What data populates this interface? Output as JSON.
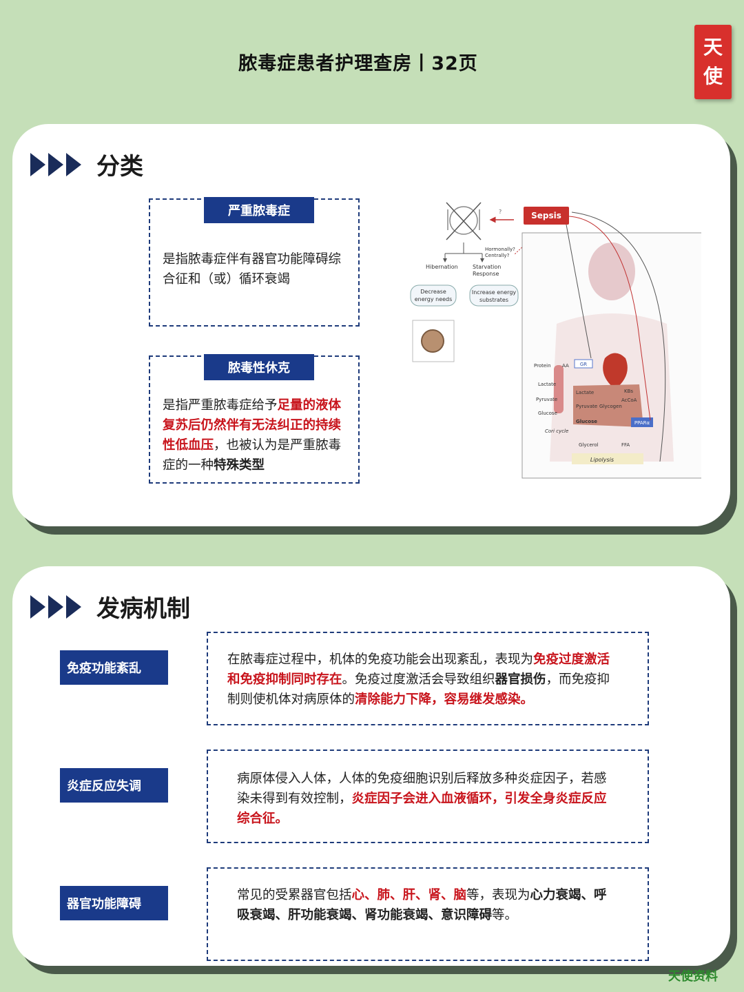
{
  "page_title": "脓毒症患者护理查房丨32页",
  "seal": {
    "char1": "天",
    "char2": "使"
  },
  "classification": {
    "title": "分类",
    "severe": {
      "label": "严重脓毒症",
      "text": "是指脓毒症伴有器官功能障碍综合征和（或）循环衰竭"
    },
    "shock": {
      "label": "脓毒性休克",
      "p1": "是指严重脓毒症给予",
      "p2": "足量的液体复苏后仍然伴有无法纠正的持续性低血压",
      "p3": "，也被认为是严重脓毒症的一种",
      "p4": "特殊类型"
    }
  },
  "diagram": {
    "sepsis": "Sepsis",
    "q1": "?",
    "q2": "?",
    "hormonally": "Hormonally?",
    "centrally": "Centrally?",
    "hibernation": "Hibernation",
    "starvation1": "Starvation",
    "starvation2": "Response",
    "decrease1": "Decrease",
    "decrease2": "energy needs",
    "increase1": "Increase energy",
    "increase2": "substrates",
    "gr": "GR",
    "protein": "Protein",
    "aa": "AA",
    "lactate_l": "Lactate",
    "pyruvate_l": "Pyruvate",
    "glucose_l": "Glucose",
    "cori": "Cori cycle",
    "lactate_c": "Lactate",
    "pyruvate_c": "Pyruvate",
    "glycogen": "Glycogen",
    "glucose_c": "Glucose",
    "kbs": "KBs",
    "acoa": "AcCoA",
    "ppar": "PPARα",
    "glycerol": "Glycerol",
    "ffa": "FFA",
    "lipolysis": "Lipolysis"
  },
  "mechanism": {
    "title": "发病机制",
    "immune": {
      "label": "免疫功能紊乱",
      "t1": "在脓毒症过程中，机体的免疫功能会出现紊乱，表现为",
      "t2": "免疫过度激活和免疫抑制同时存在",
      "t3": "。免疫过度激活会导致组织",
      "t4": "器官损伤",
      "t5": "，而免疫抑制则使机体对病原体的",
      "t6": "清除能力下降，容易继发感染。"
    },
    "inflammation": {
      "label": "炎症反应失调",
      "t1": "病原体侵入人体，人体的免疫细胞识别后释放多种炎症因子，若感染未得到有效控制，",
      "t2": "炎症因子会进入血液循环，引发全身炎症反应综合征。"
    },
    "organ": {
      "label": "器官功能障碍",
      "t1": "常见的受累器官包括",
      "t2": "心、肺、肝、肾、脑",
      "t3": "等，表现为",
      "t4": "心力衰竭、呼吸衰竭、肝功能衰竭、肾功能衰竭、意识障碍",
      "t5": "等。"
    }
  },
  "watermark": "天使资料",
  "colors": {
    "navy": "#1a3a8a",
    "red": "#c8141c",
    "background": "#c5dfb8"
  }
}
